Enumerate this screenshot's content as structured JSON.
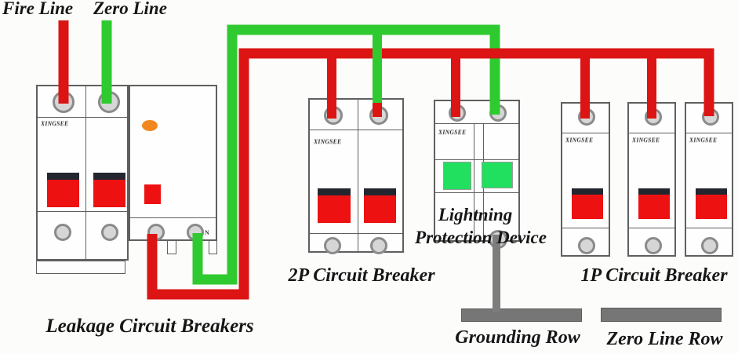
{
  "labels": {
    "fire_line": "Fire Line",
    "zero_line": "Zero Line",
    "leakage_breakers": "Leakage Circuit Breakers",
    "breaker_2p": "2P Circuit Breaker",
    "lightning_line1": "Lightning",
    "lightning_line2": "Protection Device",
    "breaker_1p": "1P Circuit Breaker",
    "grounding_row": "Grounding Row",
    "zero_line_row": "Zero Line Row",
    "brand": "XINGSEE",
    "neutral_marker": "N"
  },
  "colors": {
    "wire_red": "#dc1414",
    "wire_green": "#2fca2f",
    "wire_gray": "#7d7d7d",
    "toggle_red": "#ee1111",
    "toggle_top": "#23262e",
    "spd_window_green": "#21e05f",
    "indicator_orange": "#f2871f",
    "bar_gray": "#767676",
    "outline_gray": "#5f5f5f",
    "terminal_fill": "#d6d6d6",
    "terminal_ring": "#8a8a8a",
    "text_black": "#161616"
  }
}
